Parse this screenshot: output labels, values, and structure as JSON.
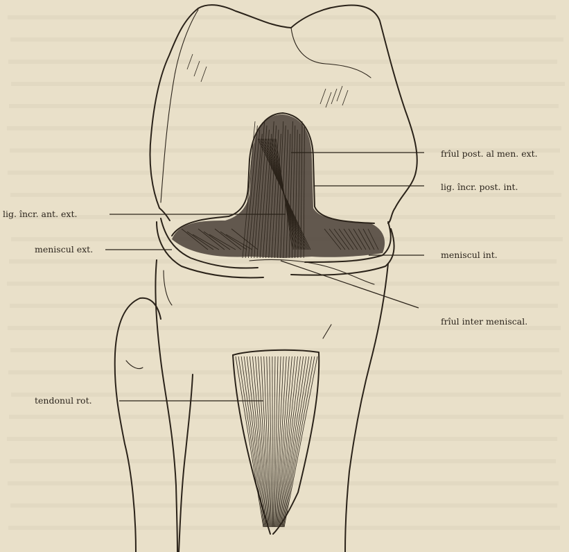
{
  "figure": {
    "labels": {
      "friul_post": "frîul post. al men. ext.",
      "lig_post": "lig. încr. post. int.",
      "lig_ant": "lig. încr. ant. ext.",
      "menisc_ext": "meniscul ext.",
      "menisc_int": "meniscul int.",
      "friul_inter": "frîul inter meniscal.",
      "tendon": "tendonul rot."
    }
  }
}
